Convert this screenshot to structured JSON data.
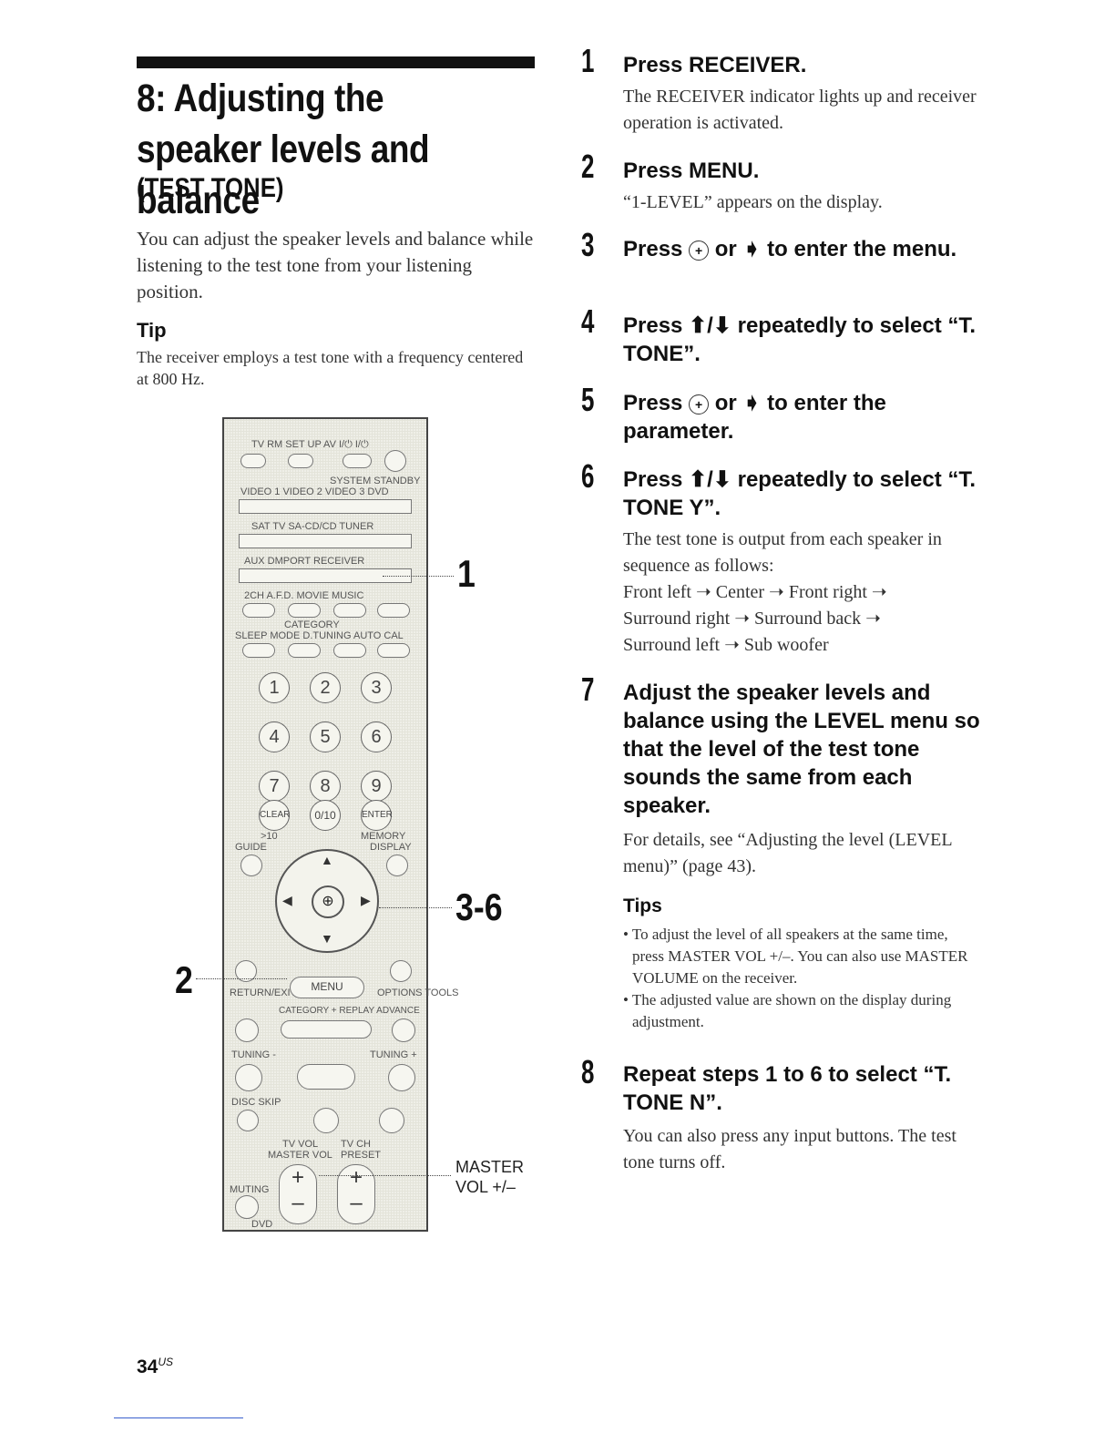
{
  "page": {
    "title": "8: Adjusting the speaker levels and balance",
    "subtitle": "(TEST TONE)",
    "intro": "You can adjust the speaker levels and balance while listening to the test tone from your listening position.",
    "tip_heading": "Tip",
    "tip_text": "The receiver employs a test tone with a frequency centered at 800 Hz.",
    "page_number": "34",
    "page_suffix": "US"
  },
  "remote": {
    "labels": {
      "top_row": "TV  RM SET UP AV I/⏻  I/⏻",
      "system_standby": "SYSTEM STANDBY",
      "row_video": "VIDEO 1  VIDEO 2  VIDEO 3   DVD",
      "row_sat": "SAT      TV     SA-CD/CD  TUNER",
      "row_aux": "AUX   DMPORT           RECEIVER",
      "row_2ch": "2CH    A.F.D.    MOVIE    MUSIC",
      "category": "CATEGORY",
      "row_sleep": "SLEEP  MODE   D.TUNING  AUTO CAL",
      "clear": "CLEAR",
      "zero": "0/10",
      "enter": "ENTER",
      "ten": ">10",
      "memory": "MEMORY",
      "guide": "GUIDE",
      "display": "DISPLAY",
      "return_exit": "RETURN/EXIT",
      "menu": "MENU",
      "options_tools": "OPTIONS TOOLS",
      "category_replay": "CATEGORY +  REPLAY ADVANCE",
      "tuning_minus": "TUNING -",
      "tuning_plus": "TUNING +",
      "disc_skip": "DISC SKIP",
      "tv_vol": "TV VOL",
      "tv_ch": "TV CH",
      "master_vol": "MASTER VOL",
      "preset": "PRESET",
      "muting": "MUTING",
      "dvd": "DVD"
    },
    "numbers": [
      "1",
      "2",
      "3",
      "4",
      "5",
      "6",
      "7",
      "8",
      "9"
    ],
    "callouts": {
      "c1": "1",
      "c2": "2",
      "c36": "3-6",
      "master": "MASTER VOL +/–"
    }
  },
  "steps": [
    {
      "num": "1",
      "heading": "Press RECEIVER.",
      "body": "The RECEIVER indicator lights up and receiver operation is activated."
    },
    {
      "num": "2",
      "heading": "Press MENU.",
      "body": "“1-LEVEL” appears on the display."
    },
    {
      "num": "3",
      "heading_a": "Press",
      "heading_b": "or ➧ to enter the menu."
    },
    {
      "num": "4",
      "heading": "Press ⬆/⬇ repeatedly to select “T. TONE”."
    },
    {
      "num": "5",
      "heading_a": "Press",
      "heading_b": "or ➧ to enter the parameter."
    },
    {
      "num": "6",
      "heading": "Press ⬆/⬇ repeatedly to select “T. TONE Y”.",
      "body": "The test tone is output from each speaker in sequence as follows:",
      "seq1": "Front left ➝ Center ➝ Front right ➝",
      "seq2": "Surround right ➝ Surround back ➝",
      "seq3": "Surround left ➝ Sub woofer"
    },
    {
      "num": "7",
      "heading": "Adjust the speaker levels and balance using the LEVEL menu so that the level of the test tone sounds the same from each speaker.",
      "body": "For details, see “Adjusting the level (LEVEL menu)” (page 43)."
    },
    {
      "num": "8",
      "heading": "Repeat steps 1 to 6 to select “T. TONE N”.",
      "body": "You can also press any input buttons. The test tone turns off."
    }
  ],
  "tips": {
    "heading": "Tips",
    "items": [
      "• To adjust the level of all speakers at the same time, press MASTER VOL +/–. You can also use MASTER VOLUME on the receiver.",
      "• The adjusted value are shown on the display during adjustment."
    ]
  }
}
